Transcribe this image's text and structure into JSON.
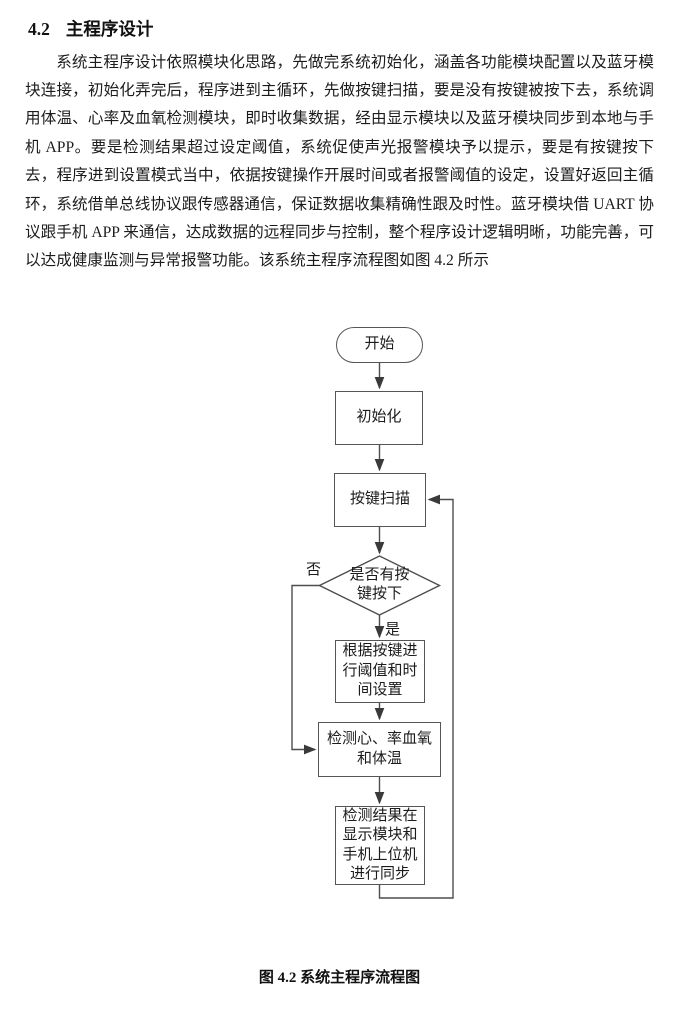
{
  "page": {
    "heading": {
      "number": "4.2",
      "title": "主程序设计"
    },
    "paragraph": "系统主程序设计依照模块化思路，先做完系统初始化，涵盖各功能模块配置以及蓝牙模块连接，初始化弄完后，程序进到主循环，先做按键扫描，要是没有按键被按下去，系统调用体温、心率及血氧检测模块，即时收集数据，经由显示模块以及蓝牙模块同步到本地与手机 APP。要是检测结果超过设定阈值，系统促使声光报警模块予以提示，要是有按键按下去，程序进到设置模式当中，依据按键操作开展时间或者报警阈值的设定，设置好返回主循环，系统借单总线协议跟传感器通信，保证数据收集精确性跟及时性。蓝牙模块借 UART 协议跟手机 APP 来通信，达成数据的远程同步与控制，整个程序设计逻辑明晰，功能完善，可以达成健康监测与异常报警功能。该系统主程序流程图如图 4.2 所示",
    "caption": "图 4.2 系统主程序流程图"
  },
  "flowchart": {
    "nodes": {
      "start": {
        "label": "开始"
      },
      "init": {
        "label": "初始化"
      },
      "scan": {
        "label": "按键扫描"
      },
      "decision": {
        "lines": [
          "是否有按",
          "键按下"
        ]
      },
      "threshold": {
        "lines": [
          "根据按键进",
          "行阈值和时",
          "间设置"
        ]
      },
      "detect": {
        "lines": [
          "检测心、率血氧",
          "和体温"
        ]
      },
      "sync": {
        "lines": [
          "检测结果在",
          "显示模块和",
          "手机上位机",
          "进行同步"
        ]
      }
    },
    "branch_labels": {
      "no": "否",
      "yes": "是"
    },
    "colors": {
      "background": "#ffffff",
      "text": "#1c1c1c",
      "line": "#4d4d4d",
      "border": "#555555"
    }
  }
}
